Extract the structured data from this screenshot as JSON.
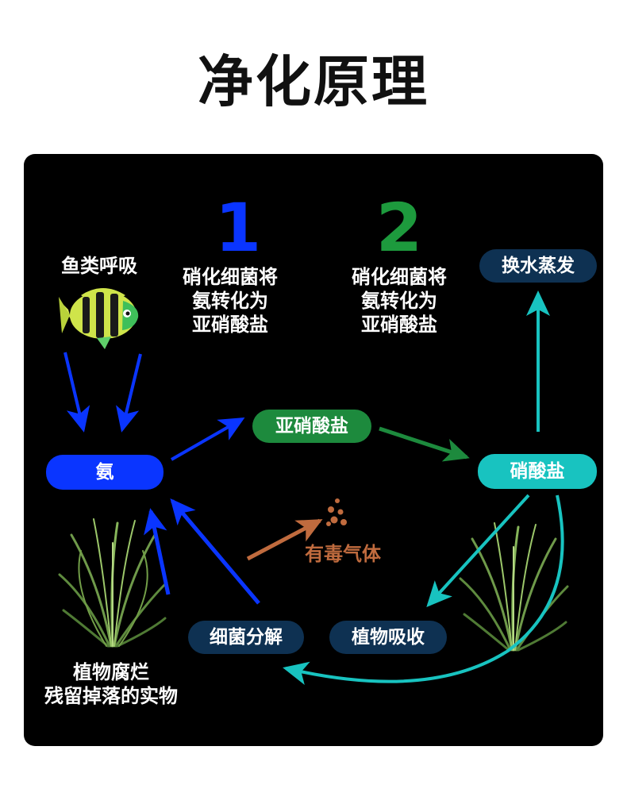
{
  "title": "净化原理",
  "steps": {
    "one": {
      "number": "1",
      "text_lines": [
        "硝化细菌将",
        "氨转化为",
        "亚硝酸盐"
      ]
    },
    "two": {
      "number": "2",
      "text_lines": [
        "硝化细菌将",
        "氨转化为",
        "亚硝酸盐"
      ]
    }
  },
  "labels": {
    "fish": "鱼类呼吸",
    "plant_lines": [
      "植物腐烂",
      "残留掉落的实物"
    ],
    "toxic_gas": "有毒气体"
  },
  "nodes": {
    "ammonia": "氨",
    "nitrite": "亚硝酸盐",
    "nitrate": "硝酸盐",
    "water_change": "换水蒸发",
    "bacteria_decompose": "细菌分解",
    "plant_absorb": "植物吸收"
  },
  "colors": {
    "blue": "#0a35ff",
    "green": "#1d8a3d",
    "teal": "#18c3c0",
    "navy": "#0e3152",
    "gas": "#c06b3e",
    "step1": "#0a35ff",
    "step2": "#1d9a3d"
  },
  "icons": [
    "fish-icon",
    "grass-icon",
    "gas-bubbles-icon"
  ]
}
